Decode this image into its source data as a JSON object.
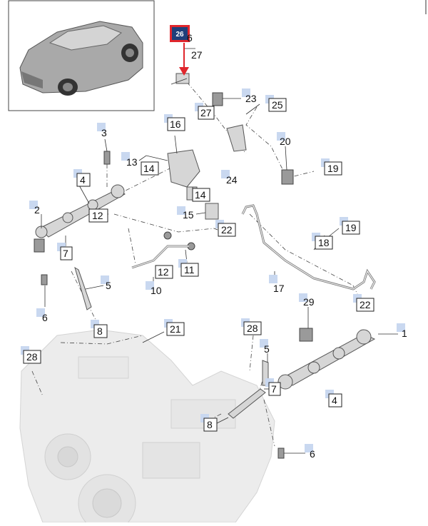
{
  "highlight": {
    "number": "26",
    "color": "#1f3f7a",
    "border": "#e0262c",
    "arrow": "#e0262c"
  },
  "callouts": {
    "c1": "1",
    "c2": "2",
    "c3": "3",
    "c4a": "4",
    "c4b": "4",
    "c5a": "5",
    "c5b": "5",
    "c6a": "6",
    "c6b": "6",
    "c7a": "7",
    "c7b": "7",
    "c8a": "8",
    "c8b": "8",
    "c10": "10",
    "c11": "11",
    "c12a": "12",
    "c12b": "12",
    "c13": "13",
    "c14a": "14",
    "c14b": "14",
    "c15": "15",
    "c16": "16",
    "c17": "17",
    "c18": "18",
    "c19a": "19",
    "c19b": "19",
    "c20": "20",
    "c21": "21",
    "c22a": "22",
    "c22b": "22",
    "c23": "23",
    "c24": "24",
    "c25": "25",
    "c26": "6",
    "c27a": "27",
    "c27b": "27",
    "c28a": "28",
    "c28b": "28",
    "c29": "29"
  },
  "icons": {
    "vehicle": "suv-vehicle-icon"
  }
}
